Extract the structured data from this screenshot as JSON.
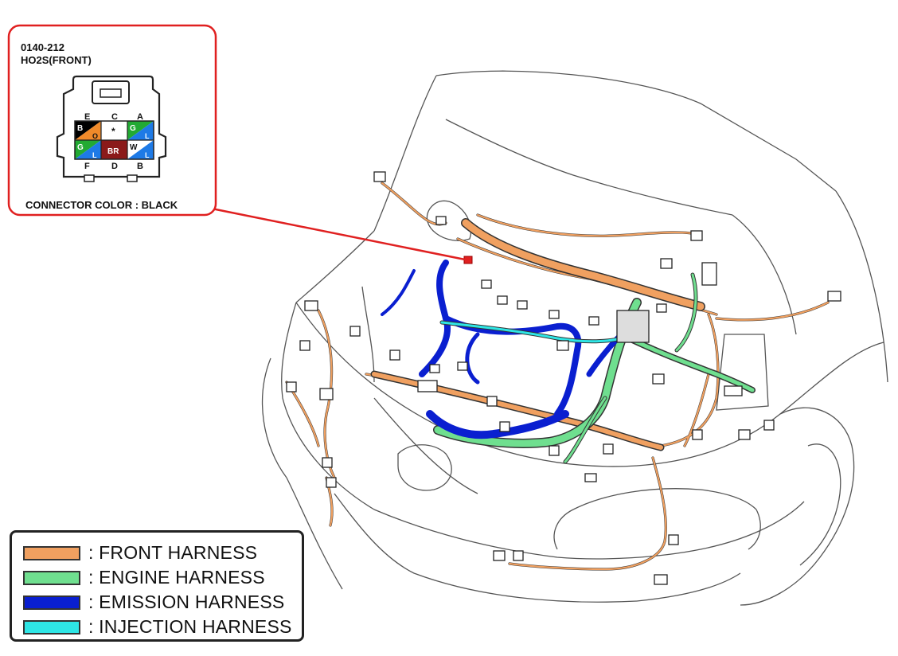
{
  "connector": {
    "code": "0140-212",
    "name": "HO2S(FRONT)",
    "color_caption": "CONNECTOR COLOR : BLACK",
    "pins_top": [
      "E",
      "C",
      "A"
    ],
    "pins_bottom": [
      "F",
      "D",
      "B"
    ],
    "cells": {
      "e_main": "B",
      "e_sub": "O",
      "c_main": "*",
      "a_main": "G",
      "a_sub": "L",
      "f_main": "G",
      "f_sub": "L",
      "d_main": "BR",
      "b_main": "W",
      "b_sub": "L"
    }
  },
  "legend": {
    "items": [
      {
        "label": ": FRONT HARNESS",
        "color": "#f0a060"
      },
      {
        "label": ": ENGINE HARNESS",
        "color": "#6fdf8f"
      },
      {
        "label": ": EMISSION HARNESS",
        "color": "#0a1fd0"
      },
      {
        "label": ": INJECTION HARNESS",
        "color": "#2ee6e6"
      }
    ]
  },
  "colors": {
    "callout_red": "#e02020",
    "wire_black": "#000000",
    "wire_orange": "#f08a2a",
    "wire_green": "#22aa33",
    "wire_brown": "#8b1a1a",
    "wire_blue": "#1e7ae6"
  }
}
